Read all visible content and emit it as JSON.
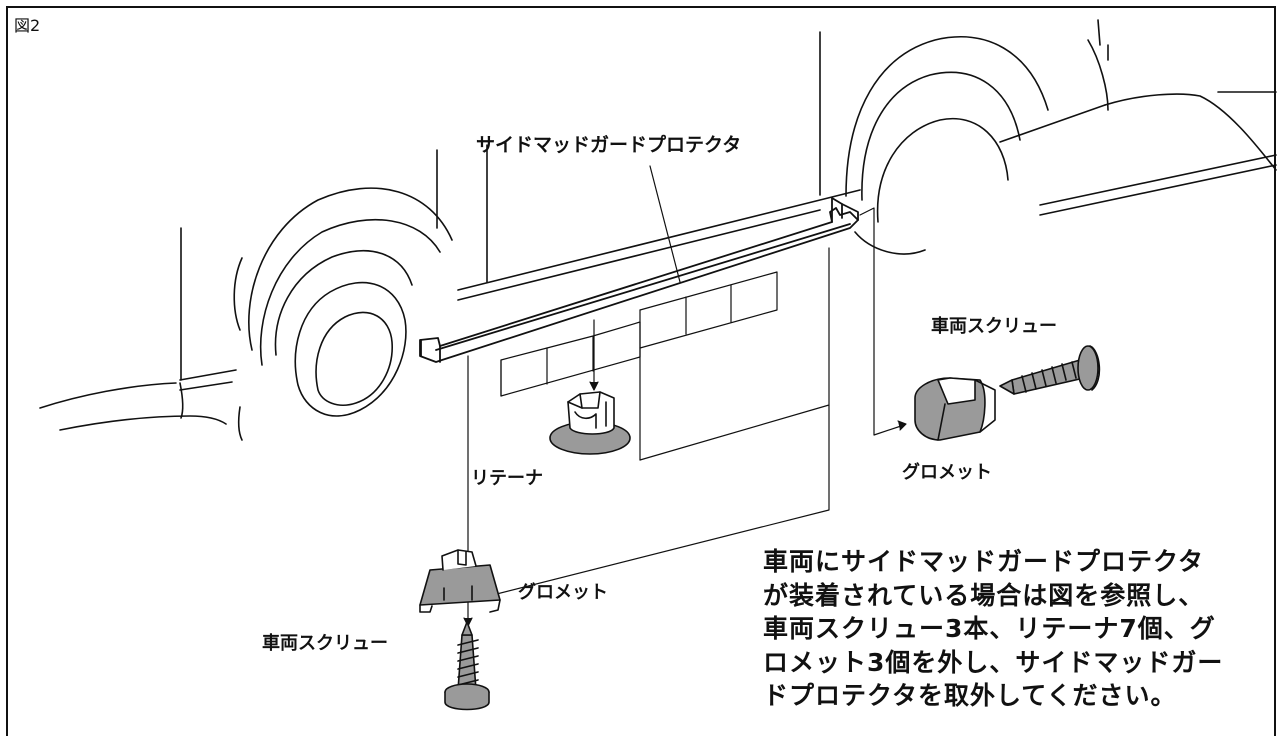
{
  "figure_label": "図2",
  "labels": {
    "side_mud_guard_protector": "サイドマッドガードプロテクタ",
    "vehicle_screw_right": "車両スクリュー",
    "grommet_right": "グロメット",
    "retainer": "リテーナ",
    "grommet_bottom": "グロメット",
    "vehicle_screw_bottom": "車両スクリュー"
  },
  "note_lines": [
    "車両にサイドマッドガードプロテクタ",
    "が装着されている場合は図を参照し、",
    "車両スクリュー3本、リテーナ7個、グ",
    "ロメット3個を外し、サイドマッドガー",
    "ドプロテクタを取外してください。"
  ]
}
